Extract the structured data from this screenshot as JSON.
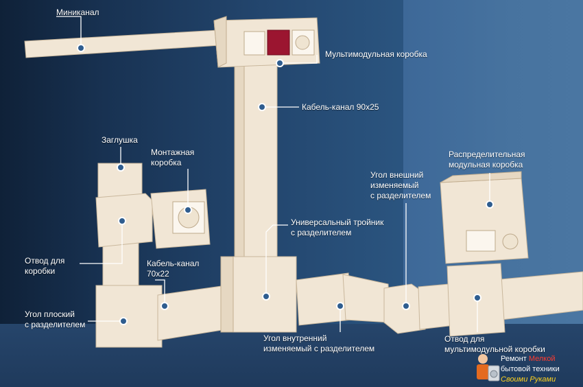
{
  "labels": {
    "mini_channel": "Миниканал",
    "multimodule_box": "Мультимодульная коробка",
    "cable_channel_90": "Кабель-канал 90х25",
    "cap": "Заглушка",
    "mount_box": "Монтажная\nкоробка",
    "dist_box": "Распределительная\nмодульная коробка",
    "outer_corner": "Угол внешний\nизменяемый\nс разделителем",
    "tee": "Универсальный тройник\nс разделителем",
    "box_branch": "Отвод для\nкоробки",
    "cable_channel_70": "Кабель-канал\n70х22",
    "flat_corner": "Угол плоский\nс разделителем",
    "inner_corner": "Угол внутренний\nизменяемый с разделителем",
    "multimodule_branch": "Отвод для\nмультимодульной коробки"
  },
  "watermark": {
    "line1_a": "Ремонт ",
    "line1_b": "Мелкой",
    "line2": "бытовой техники",
    "line3": "Своими Руками"
  },
  "colors": {
    "duct": "#f1e6d5",
    "wall_dark": "#183252",
    "wall_light": "#47739f",
    "marker": "#2f5d8f",
    "socket_red": "#9b1530"
  }
}
